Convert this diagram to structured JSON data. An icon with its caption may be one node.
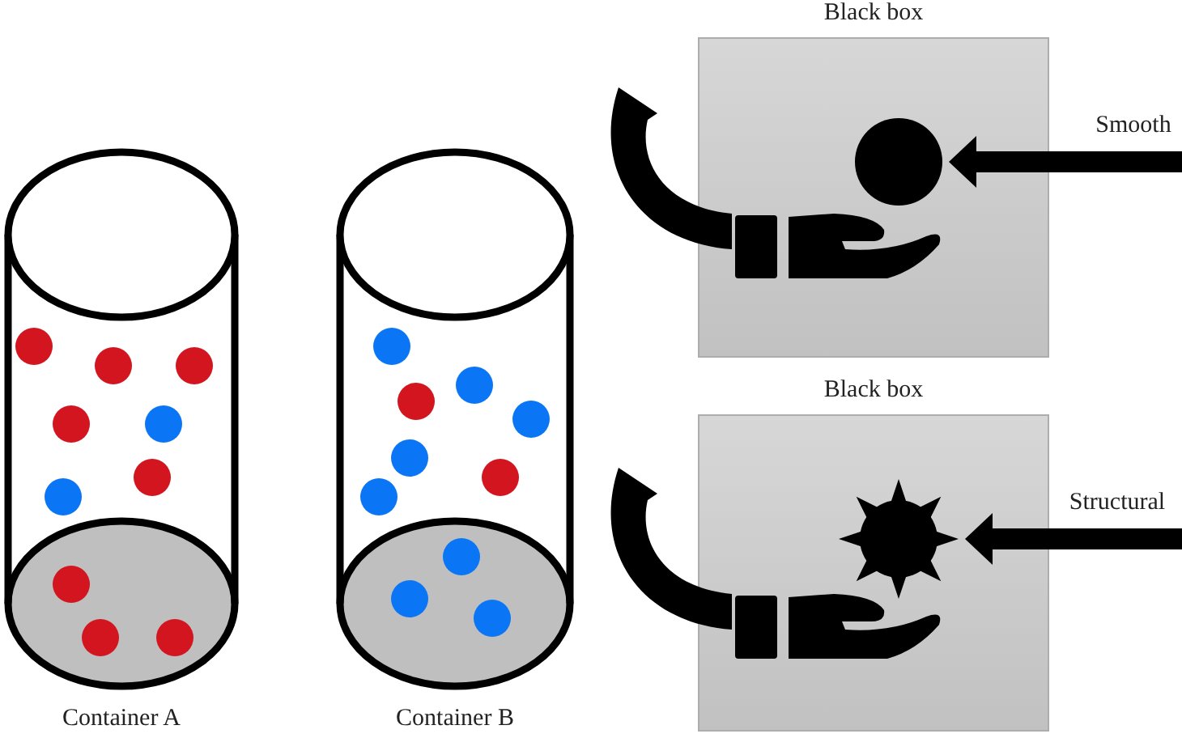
{
  "diagram": {
    "nodes": [
      {
        "text": [
          "Container A"
        ]
      },
      {
        "text": [
          "Container B"
        ]
      },
      {
        "text": [
          "Black box"
        ]
      },
      {
        "text": [],
        "shape": "circle",
        "in": 2
      },
      {
        "text": [
          "Black box"
        ]
      },
      {
        "text": [],
        "shape": "star",
        "in": 4
      }
    ],
    "edges": [
      {
        "from": null,
        "to": 3,
        "arrow": "to",
        "label": "Smooth"
      },
      {
        "from": null,
        "to": 5,
        "arrow": "to",
        "label": "Structural"
      }
    ]
  }
}
